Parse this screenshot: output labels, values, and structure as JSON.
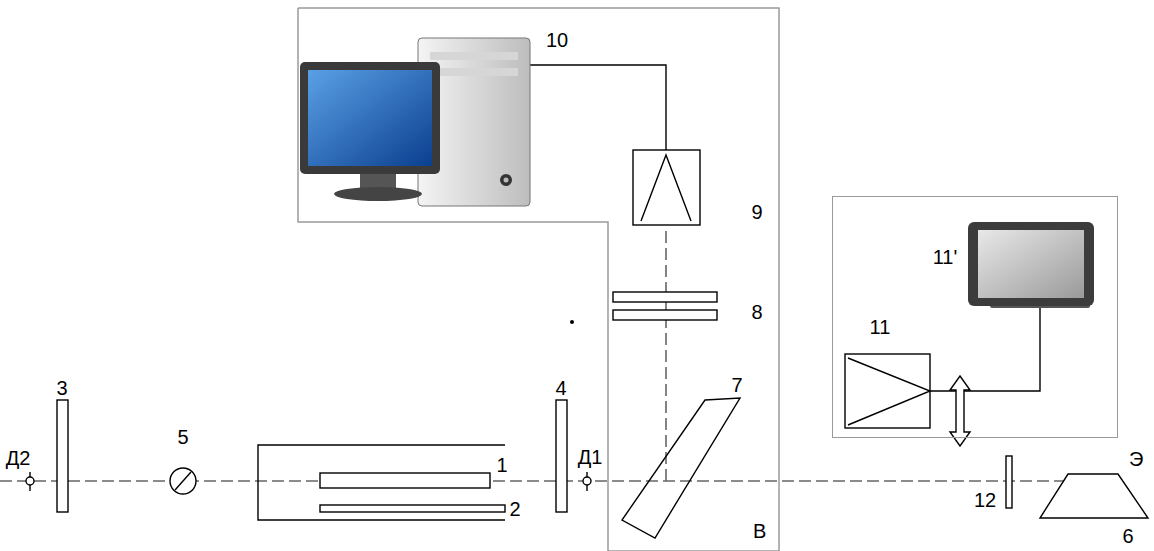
{
  "diagram": {
    "nodes": [
      {
        "text": [
          "В"
        ]
      },
      {
        "text": [
          "Э"
        ]
      }
    ],
    "labels": [
      "10",
      "9",
      "8",
      "7",
      "Д2",
      "3",
      "5",
      "4",
      "Д1",
      "1",
      "2",
      "11'",
      "11",
      "12",
      "6"
    ]
  }
}
